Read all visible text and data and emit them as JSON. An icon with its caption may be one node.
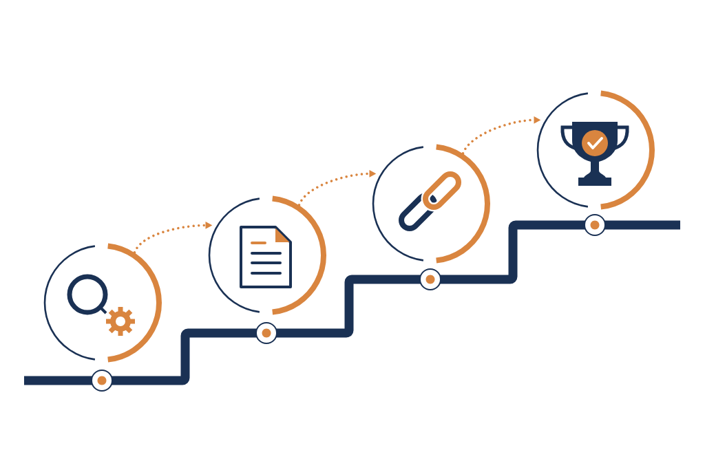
{
  "diagram": {
    "nodes": [
      {
        "text": [],
        "shape": "circle"
      },
      {
        "text": [],
        "shape": "circle"
      },
      {
        "text": [],
        "shape": "circle"
      },
      {
        "text": [],
        "shape": "circle"
      }
    ],
    "edges": [
      {
        "from": 0,
        "to": 1,
        "arrow": "to",
        "style": "dashed"
      },
      {
        "from": 1,
        "to": 2,
        "arrow": "to",
        "style": "dashed"
      },
      {
        "from": 2,
        "to": 3,
        "arrow": "to",
        "style": "dashed"
      }
    ]
  }
}
